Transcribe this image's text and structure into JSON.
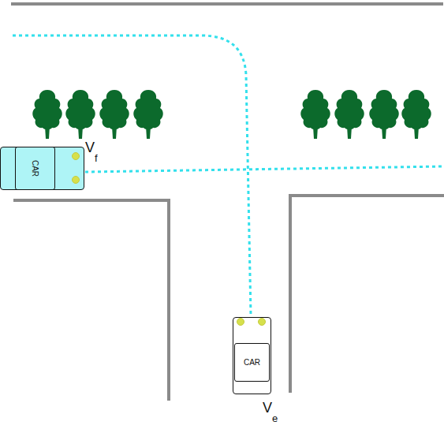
{
  "diagram": {
    "nodes": [
      {
        "text": [
          "CAR"
        ]
      },
      {
        "text": [
          "CAR"
        ]
      }
    ],
    "labels": [
      "V",
      "f",
      "V",
      "e"
    ]
  }
}
